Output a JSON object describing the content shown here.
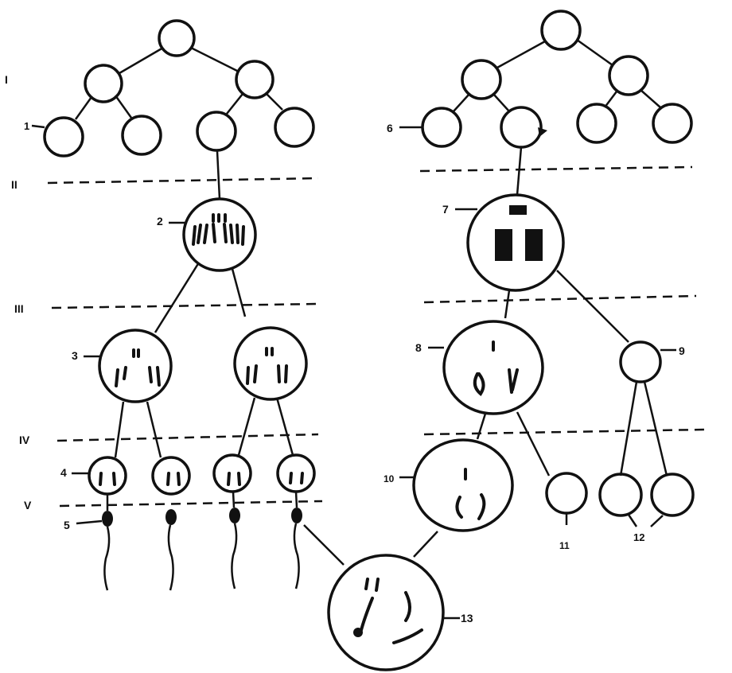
{
  "stages": [
    "I",
    "II",
    "III",
    "IV",
    "V"
  ],
  "labels": {
    "l1": "1",
    "l2": "2",
    "l3": "3",
    "l4": "4",
    "l5": "5",
    "l6": "6",
    "l7": "7",
    "l8": "8",
    "l9": "9",
    "l10": "10",
    "l11": "11",
    "l12": "12",
    "l13": "13"
  }
}
